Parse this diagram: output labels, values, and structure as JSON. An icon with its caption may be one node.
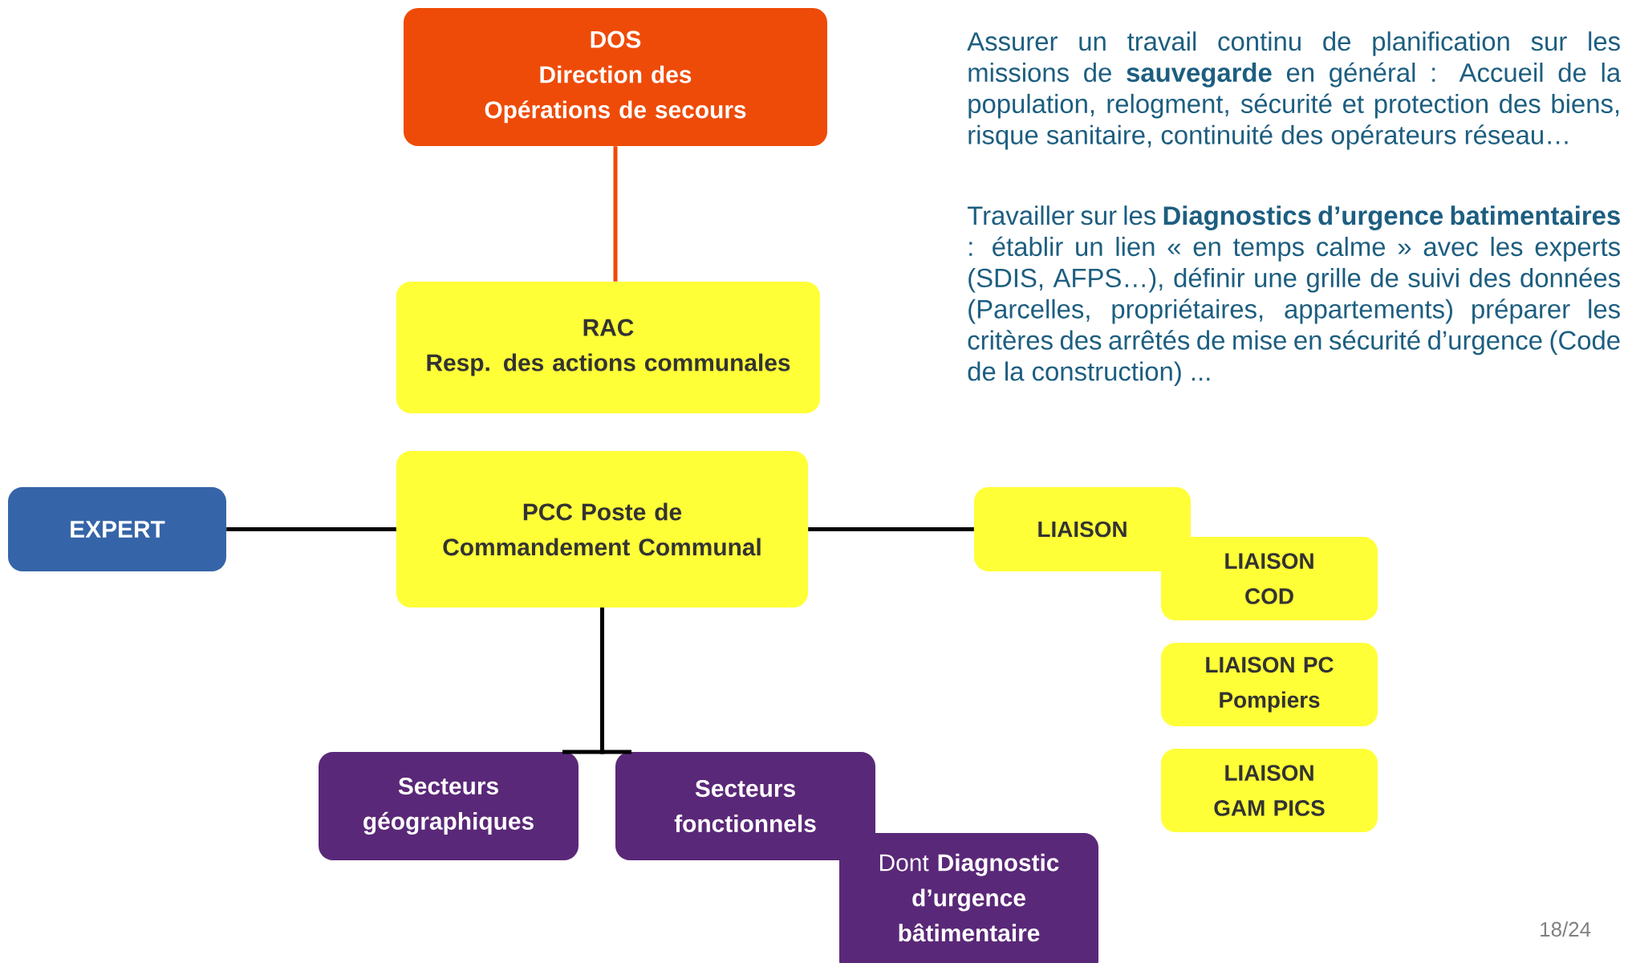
{
  "diagram": {
    "nodes": [
      {
        "text": [
          "DOS",
          "Direction des Opérations de secours"
        ]
      },
      {
        "text": [
          "RAC",
          "Resp. des actions communales"
        ]
      },
      {
        "text": [
          "EXPERT"
        ]
      },
      {
        "text": [
          "PCC Poste de Commandement Communal"
        ]
      },
      {
        "text": [
          "LIAISON"
        ]
      },
      {
        "text": [
          "LIAISON COD"
        ]
      },
      {
        "text": [
          "LIAISON PC Pompiers"
        ]
      },
      {
        "text": [
          "LIAISON GAM PICS"
        ]
      },
      {
        "text": [
          "Secteurs géographiques"
        ]
      },
      {
        "text": [
          "Secteurs fonctionnels"
        ]
      },
      {
        "text": [
          "Dont **Diagnostic d’urgence bâtimentaire**"
        ]
      }
    ],
    "edges": [
      {
        "from": 0,
        "to": 1,
        "arrow": "none",
        "color": "#ee4b08"
      },
      {
        "from": 2,
        "to": 3,
        "arrow": "none"
      },
      {
        "from": 3,
        "to": 4,
        "arrow": "none"
      },
      {
        "from": 3,
        "to": 8,
        "arrow": "none"
      },
      {
        "from": 3,
        "to": 9,
        "arrow": "none"
      }
    ],
    "labels": [
      "Assurer un travail continu de planification sur les missions de **sauvegarde** en général : Accueil de la population, relogment, sécurité et protection des biens, risque sanitaire, continuité des opérateurs réseau…",
      "Travailler sur les **Diagnostics d’urgence batimentaires** : établir un lien « en temps calme » avec les experts (SDIS, AFPS…), définir une grille de suivi des données (Parcelles, propriétaires, appartements) préparer les critères des arrêtés de mise en sécurité d’urgence (Code de la construction) ...",
      "18/24"
    ]
  }
}
